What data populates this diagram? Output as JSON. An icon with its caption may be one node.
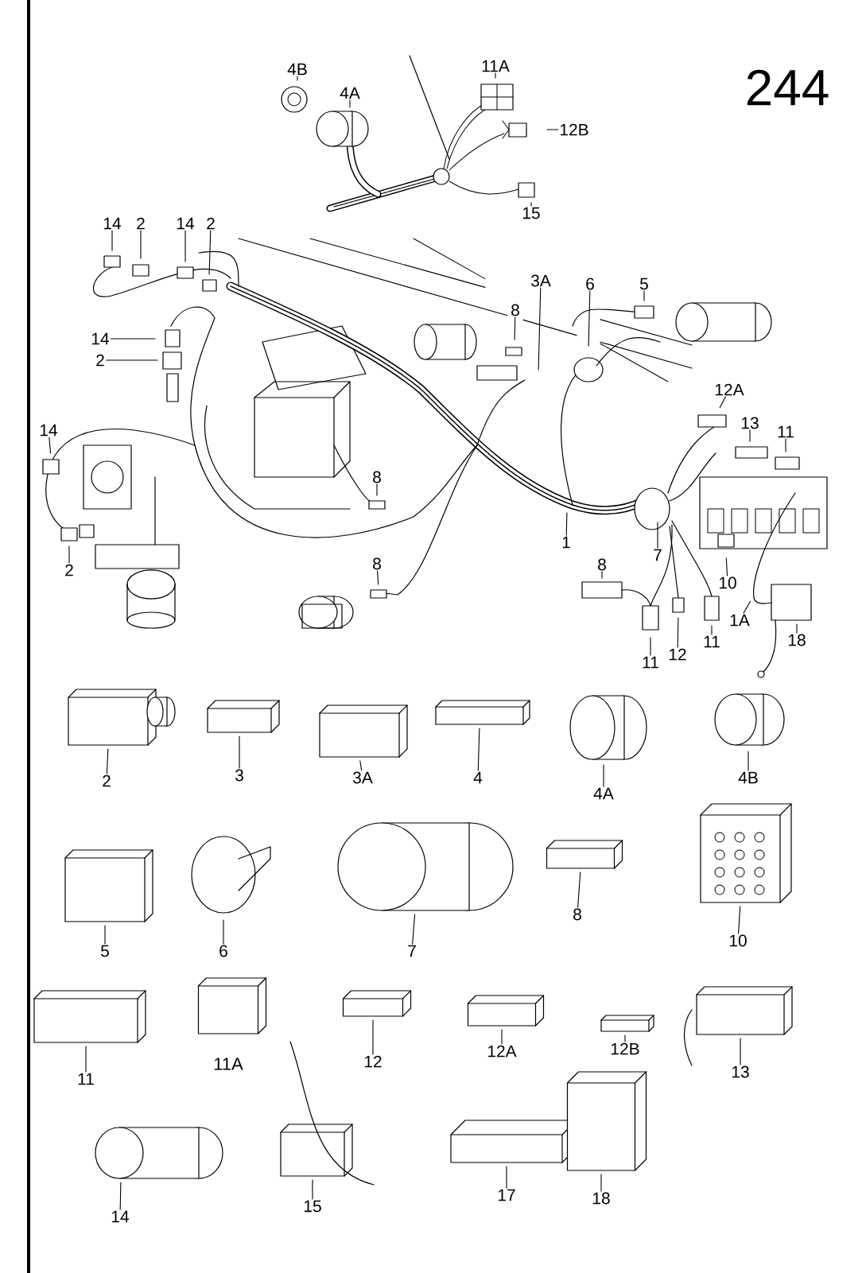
{
  "diagram": {
    "nodes": [
      {
        "text": [
          "4B"
        ]
      },
      {
        "text": [
          "11A"
        ]
      },
      {
        "text": [
          "4A"
        ]
      },
      {
        "text": [
          "12B"
        ]
      },
      {
        "text": [
          "15"
        ]
      },
      {
        "text": [
          "14"
        ]
      },
      {
        "text": [
          "2"
        ]
      },
      {
        "text": [
          "14"
        ]
      },
      {
        "text": [
          "2"
        ]
      },
      {
        "text": [
          "3A"
        ]
      },
      {
        "text": [
          "6"
        ]
      },
      {
        "text": [
          "5"
        ]
      },
      {
        "text": [
          "8"
        ]
      },
      {
        "text": [
          "14"
        ]
      },
      {
        "text": [
          "2"
        ]
      },
      {
        "text": [
          "12A"
        ]
      },
      {
        "text": [
          "13"
        ]
      },
      {
        "text": [
          "11"
        ]
      },
      {
        "text": [
          "14"
        ]
      },
      {
        "text": [
          "8"
        ]
      },
      {
        "text": [
          "1"
        ]
      },
      {
        "text": [
          "7"
        ]
      },
      {
        "text": [
          "8"
        ]
      },
      {
        "text": [
          "8"
        ]
      },
      {
        "text": [
          "10"
        ]
      },
      {
        "text": [
          "2"
        ]
      },
      {
        "text": [
          "1A"
        ]
      },
      {
        "text": [
          "18"
        ]
      },
      {
        "text": [
          "12"
        ]
      },
      {
        "text": [
          "11"
        ]
      },
      {
        "text": [
          "11"
        ]
      },
      {
        "text": [
          "2"
        ]
      },
      {
        "text": [
          "3"
        ]
      },
      {
        "text": [
          "3A"
        ]
      },
      {
        "text": [
          "4"
        ]
      },
      {
        "text": [
          "4A"
        ]
      },
      {
        "text": [
          "4B"
        ]
      },
      {
        "text": [
          "5"
        ]
      },
      {
        "text": [
          "6"
        ]
      },
      {
        "text": [
          "7"
        ]
      },
      {
        "text": [
          "8"
        ]
      },
      {
        "text": [
          "10"
        ]
      },
      {
        "text": [
          "11"
        ]
      },
      {
        "text": [
          "12"
        ]
      },
      {
        "text": [
          "12A"
        ]
      },
      {
        "text": [
          "12B"
        ]
      },
      {
        "text": [
          "13"
        ]
      },
      {
        "text": [
          "14"
        ]
      },
      {
        "text": [
          "15"
        ]
      },
      {
        "text": [
          "17"
        ]
      },
      {
        "text": [
          "18"
        ]
      }
    ],
    "edges": [
      {
        "from": 0,
        "to": null,
        "arrow": "none"
      },
      {
        "from": 1,
        "to": null,
        "arrow": "none"
      },
      {
        "from": 2,
        "to": null,
        "arrow": "none"
      },
      {
        "from": 3,
        "to": null,
        "arrow": "none"
      },
      {
        "from": 4,
        "to": null,
        "arrow": "none"
      },
      {
        "from": 5,
        "to": null,
        "arrow": "none"
      },
      {
        "from": 6,
        "to": null,
        "arrow": "none"
      },
      {
        "from": 7,
        "to": null,
        "arrow": "none"
      },
      {
        "from": 8,
        "to": null,
        "arrow": "none"
      },
      {
        "from": 9,
        "to": null,
        "arrow": "none"
      },
      {
        "from": 10,
        "to": null,
        "arrow": "none"
      },
      {
        "from": 11,
        "to": null,
        "arrow": "none"
      },
      {
        "from": 12,
        "to": null,
        "arrow": "none"
      },
      {
        "from": 13,
        "to": null,
        "arrow": "none"
      },
      {
        "from": 14,
        "to": null,
        "arrow": "none"
      },
      {
        "from": 15,
        "to": null,
        "arrow": "none"
      },
      {
        "from": 16,
        "to": null,
        "arrow": "none"
      },
      {
        "from": 17,
        "to": null,
        "arrow": "none"
      },
      {
        "from": 18,
        "to": null,
        "arrow": "none"
      },
      {
        "from": 19,
        "to": null,
        "arrow": "none"
      },
      {
        "from": 20,
        "to": null,
        "arrow": "none"
      },
      {
        "from": 21,
        "to": null,
        "arrow": "none"
      },
      {
        "from": 22,
        "to": null,
        "arrow": "none"
      },
      {
        "from": 23,
        "to": null,
        "arrow": "none"
      },
      {
        "from": 24,
        "to": null,
        "arrow": "none"
      },
      {
        "from": 25,
        "to": null,
        "arrow": "none"
      },
      {
        "from": 26,
        "to": null,
        "arrow": "none"
      },
      {
        "from": 27,
        "to": null,
        "arrow": "none"
      },
      {
        "from": 28,
        "to": null,
        "arrow": "none"
      },
      {
        "from": 29,
        "to": null,
        "arrow": "none"
      },
      {
        "from": 30,
        "to": null,
        "arrow": "none"
      },
      {
        "from": 31,
        "to": null,
        "arrow": "none"
      },
      {
        "from": 32,
        "to": null,
        "arrow": "none"
      },
      {
        "from": 33,
        "to": null,
        "arrow": "none"
      },
      {
        "from": 34,
        "to": null,
        "arrow": "none"
      },
      {
        "from": 35,
        "to": null,
        "arrow": "none"
      },
      {
        "from": 36,
        "to": null,
        "arrow": "none"
      },
      {
        "from": 37,
        "to": null,
        "arrow": "none"
      },
      {
        "from": 38,
        "to": null,
        "arrow": "none"
      },
      {
        "from": 39,
        "to": null,
        "arrow": "none"
      },
      {
        "from": 40,
        "to": null,
        "arrow": "none"
      },
      {
        "from": 41,
        "to": null,
        "arrow": "none"
      },
      {
        "from": 42,
        "to": null,
        "arrow": "none"
      },
      {
        "from": 43,
        "to": null,
        "arrow": "none"
      },
      {
        "from": 44,
        "to": null,
        "arrow": "none"
      },
      {
        "from": 45,
        "to": null,
        "arrow": "none"
      },
      {
        "from": 46,
        "to": null,
        "arrow": "none"
      },
      {
        "from": 47,
        "to": null,
        "arrow": "none"
      },
      {
        "from": 48,
        "to": null,
        "arrow": "none"
      },
      {
        "from": 49,
        "to": null,
        "arrow": "none"
      },
      {
        "from": 50,
        "to": null,
        "arrow": "none"
      }
    ],
    "labels": [
      "244",
      "11A"
    ]
  }
}
